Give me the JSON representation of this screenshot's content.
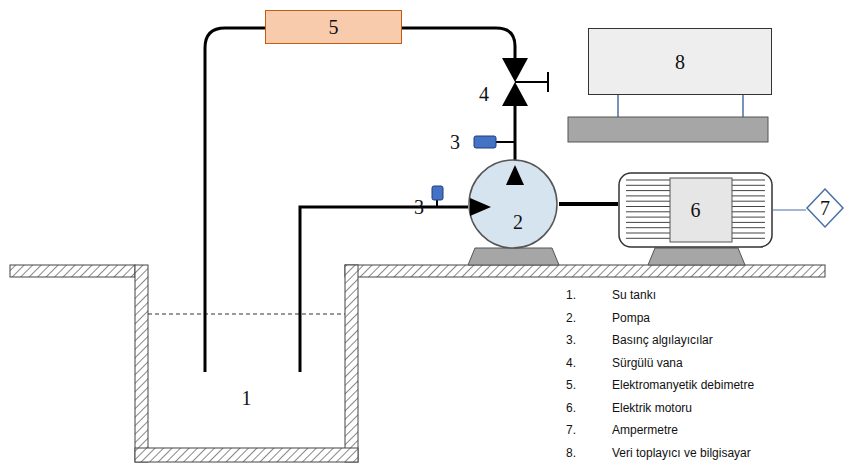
{
  "diagram": {
    "nodes": [
      {
        "text": [
          "5"
        ]
      },
      {
        "text": [
          "8"
        ]
      },
      {
        "text": [
          "2"
        ]
      },
      {
        "text": [
          "6"
        ]
      },
      {
        "text": [
          "7"
        ]
      },
      {
        "text": [
          "1"
        ]
      }
    ],
    "edges": [
      {
        "from": 2,
        "to": 3,
        "arrow": "none"
      },
      {
        "from": 3,
        "to": 4,
        "arrow": "none"
      }
    ],
    "labels": [
      "3",
      "3",
      "4",
      "1.",
      "Su tankı",
      "2.",
      "Pompa",
      "3.",
      "Basınç algılayıcılar",
      "4.",
      "Sürgülü vana",
      "5.",
      "Elektromanyetik debimetre",
      "6.",
      "Elektrik motoru",
      "7.",
      "Ampermetre",
      "8.",
      "Veri toplayıcı ve bilgisayar"
    ]
  }
}
